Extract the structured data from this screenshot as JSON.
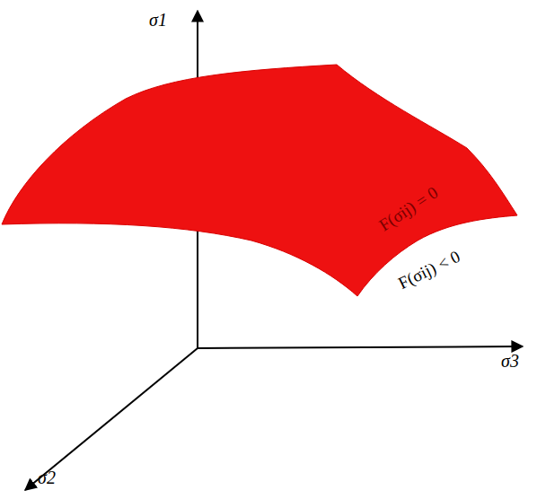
{
  "diagram": {
    "labels": [
      "σ1",
      "σ2",
      "σ3",
      "F(σij) = 0",
      "F(σij) < 0"
    ]
  }
}
